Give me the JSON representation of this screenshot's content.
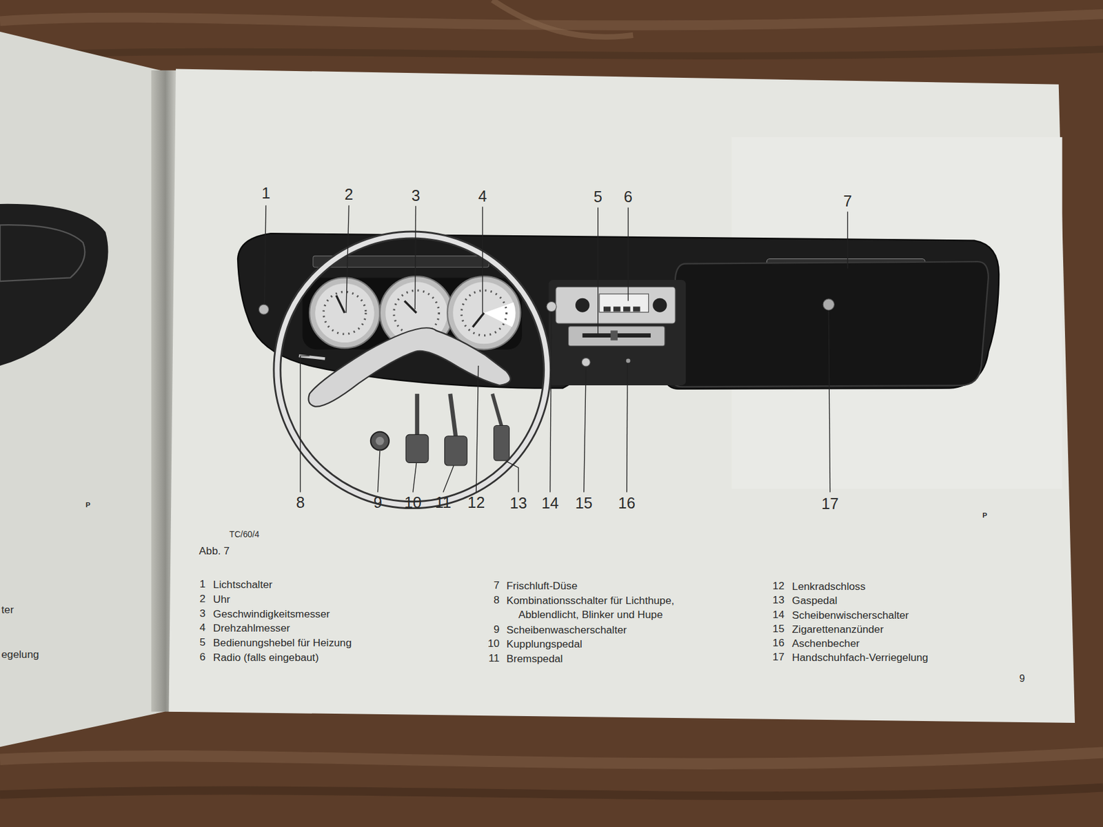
{
  "diagram": {
    "caption": "Abb. 7",
    "labels": [
      "1",
      "2",
      "3",
      "4",
      "5",
      "6",
      "7",
      "8",
      "9",
      "10",
      "11",
      "12",
      "13",
      "14",
      "15",
      "16",
      "17",
      "TC/60/4",
      "P",
      "P",
      "1",
      "Lichtschalter",
      "2",
      "Uhr",
      "3",
      "Geschwindigkeitsmesser",
      "4",
      "Drehzahlmesser",
      "5",
      "Bedienungshebel für Heizung",
      "6",
      "Radio (falls eingebaut)",
      "7",
      "Frischluft-Düse",
      "8",
      "Kombinationsschalter für Lichthupe, Abblendlicht, Blinker und Hupe",
      "9",
      "Scheibenwascherschalter",
      "10",
      "Kupplungspedal",
      "11",
      "Bremspedal",
      "12",
      "Lenkradschloss",
      "13",
      "Gaspedal",
      "14",
      "Scheibenwischerschalter",
      "15",
      "Zigarettenanzünder",
      "16",
      "Aschenbecher",
      "17",
      "Handschuhfach-Verriegelung",
      "9",
      "ter",
      "egelung"
    ]
  }
}
